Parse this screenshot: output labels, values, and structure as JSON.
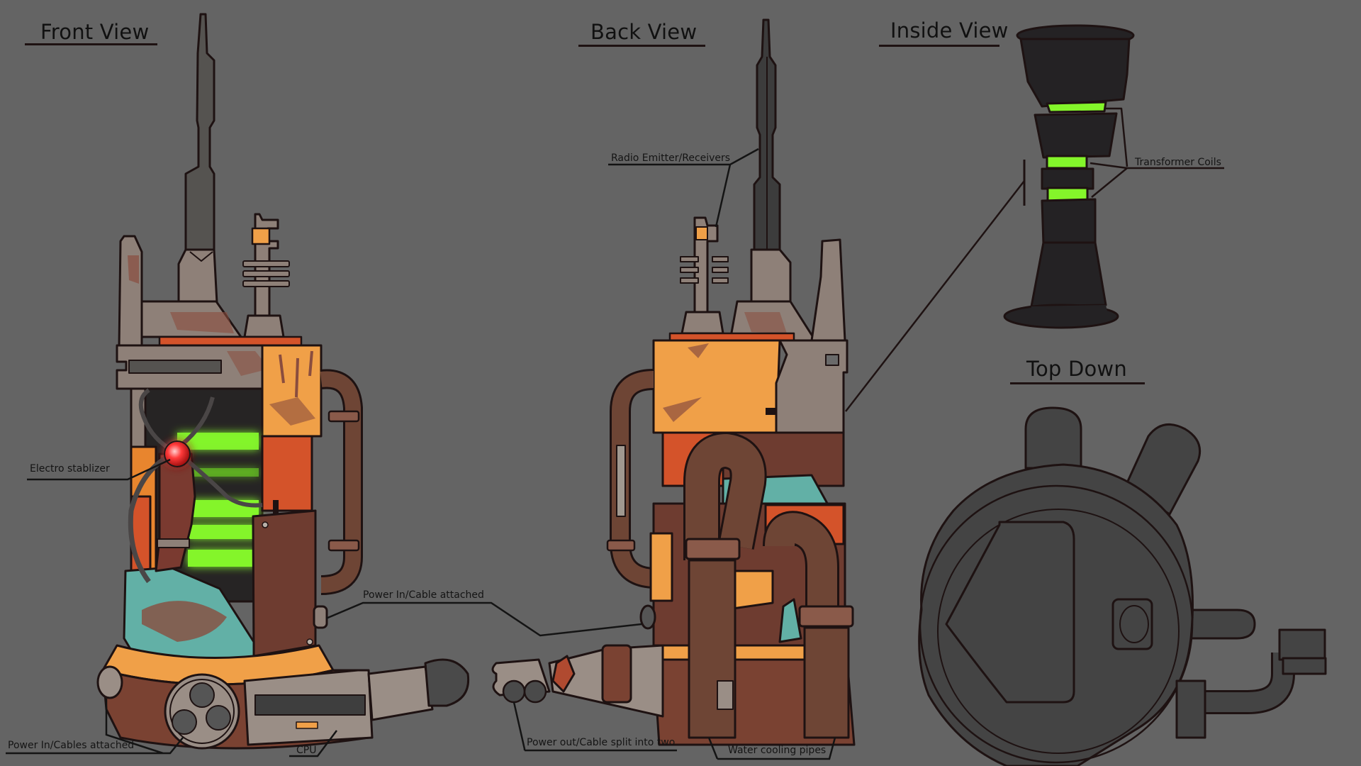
{
  "sheet": {
    "background": "#646464",
    "outline_color": "#1e1212"
  },
  "views": {
    "front": {
      "title": "Front View"
    },
    "back": {
      "title": "Back View"
    },
    "inside": {
      "title": "Inside View"
    },
    "top": {
      "title": "Top Down"
    }
  },
  "callouts": {
    "electro_stabilizer": "Electro stablizer",
    "radio": "Radio Emitter/Receivers",
    "transformer_coils": "Transformer Coils",
    "power_in_cable": "Power In/Cable attached",
    "power_in_cables": "Power In/Cables attached",
    "cpu": "CPU",
    "power_out": "Power out/Cable split into two",
    "water_cooling": "Water cooling pipes"
  },
  "palette": {
    "orange": "#f0a048",
    "red_orange": "#d4532a",
    "rust": "#7a4232",
    "pipe_brown": "#6e4535",
    "metal_grey": "#8e8078",
    "dark_grey": "#4a4a4a",
    "teal": "#62b0a6",
    "glow_green": "#84f52a",
    "core_red": "#ff3a3a",
    "inside_black": "#242224",
    "topdown_grey": "#444444"
  }
}
